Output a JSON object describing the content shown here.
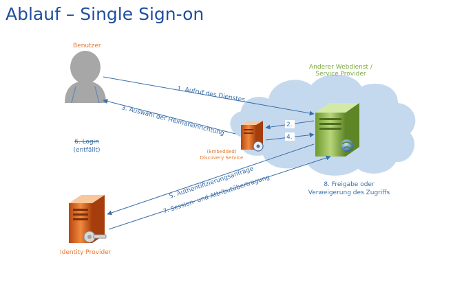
{
  "title": "Ablauf – Single Sign-on",
  "labels": {
    "benutzer": "Benutzer",
    "service_provider_line1": "Anderer Webdienst /",
    "service_provider_line2": "Service Provider",
    "discovery_line1": "(Embedded)",
    "discovery_line2": "Discovery Service",
    "identity_provider": "Identity Provider",
    "login_line1": "6. Login",
    "login_line2": "(entfällt)",
    "result_line1": "8. Freigabe oder",
    "result_line2": "Verweigerung des Zugriffs"
  },
  "steps": {
    "s1": "1. Aufruf des Dienstes",
    "s2": "2.",
    "s3": "3. Auswahl der Heimateinrichtung",
    "s4": "4.",
    "s5": "5. Authentifizierungsanfrage",
    "s7": "7. Session- und Attributübertragung"
  },
  "colors": {
    "title": "#1f4e9e",
    "orange": "#e8762b",
    "green": "#7aa83f",
    "arrow": "#3a6fa8",
    "cloud": "#c4d9ee"
  }
}
